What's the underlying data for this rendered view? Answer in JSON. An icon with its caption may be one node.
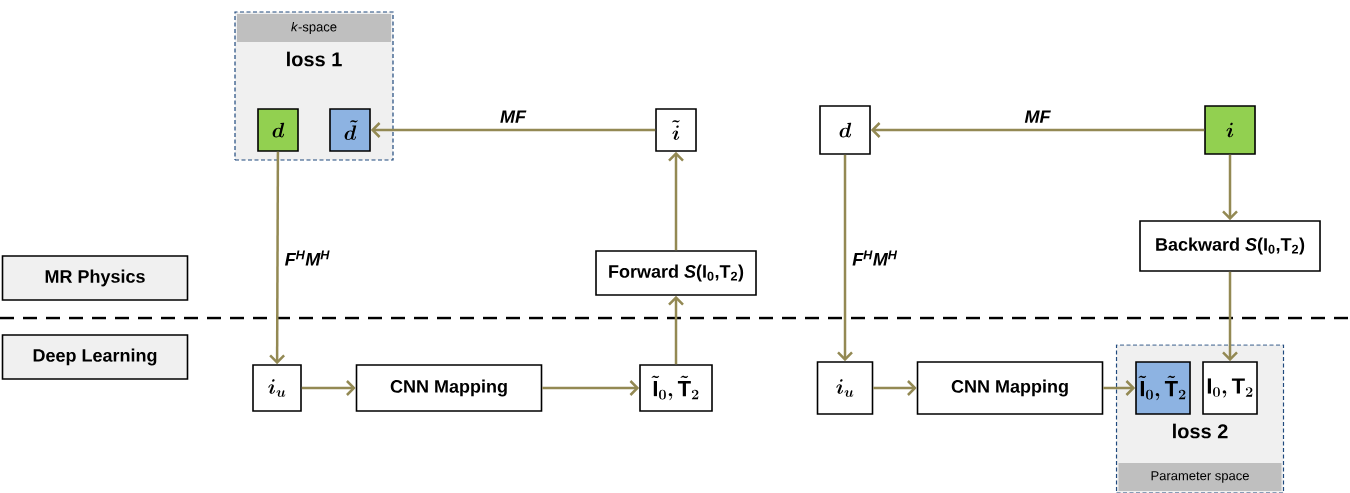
{
  "diagram": {
    "nodes": [
      {
        "text": [
          "*k*-space",
          "loss 1"
        ]
      },
      {
        "text": [
          "d"
        ],
        "in": 0
      },
      {
        "text": [
          "\\tilde{d}"
        ],
        "in": 0
      },
      {
        "text": [
          "\\tilde{i}"
        ]
      },
      {
        "text": [
          "Forward *S*(I$_{0}$,T$_{2}$)"
        ]
      },
      {
        "text": [
          "MR Physics"
        ]
      },
      {
        "text": [
          "Deep Learning"
        ]
      },
      {
        "text": [
          "i_{u}"
        ]
      },
      {
        "text": [
          "CNN Mapping"
        ]
      },
      {
        "text": [
          "\\tilde{\\mathrm{I}}_{0},\\tilde{\\mathrm{T}}_{2}"
        ]
      },
      {
        "text": [
          "d"
        ]
      },
      {
        "text": [
          "i"
        ]
      },
      {
        "text": [
          "Backward *S*(I$_{0}$,T$_{2}$)"
        ]
      },
      {
        "text": [
          "i_{u}"
        ]
      },
      {
        "text": [
          "CNN Mapping"
        ]
      },
      {
        "text": [
          "loss 2",
          "Parameter space"
        ]
      },
      {
        "text": [
          "\\tilde{\\mathrm{I}}_{0},\\tilde{\\mathrm{T}}_{2}"
        ],
        "in": 15
      },
      {
        "text": [
          "\\mathrm{I}_{0},\\mathrm{T}_{2}"
        ],
        "in": 15
      }
    ],
    "edges": [
      {
        "from": 3,
        "to": 2,
        "arrow": "to",
        "label": "MF"
      },
      {
        "from": 1,
        "to": 7,
        "arrow": "to",
        "label": "F$^{H}$M$^{H}$"
      },
      {
        "from": 7,
        "to": 8,
        "arrow": "to"
      },
      {
        "from": 8,
        "to": 9,
        "arrow": "to"
      },
      {
        "from": 9,
        "to": 4,
        "arrow": "to"
      },
      {
        "from": 4,
        "to": 3,
        "arrow": "to"
      },
      {
        "from": 11,
        "to": 10,
        "arrow": "to",
        "label": "MF"
      },
      {
        "from": 10,
        "to": 13,
        "arrow": "to",
        "label": "F$^{H}$M$^{H}$"
      },
      {
        "from": 11,
        "to": 12,
        "arrow": "to"
      },
      {
        "from": 12,
        "to": 17,
        "arrow": "to"
      },
      {
        "from": 13,
        "to": 14,
        "arrow": "to"
      },
      {
        "from": 14,
        "to": 16,
        "arrow": "to"
      }
    ]
  }
}
